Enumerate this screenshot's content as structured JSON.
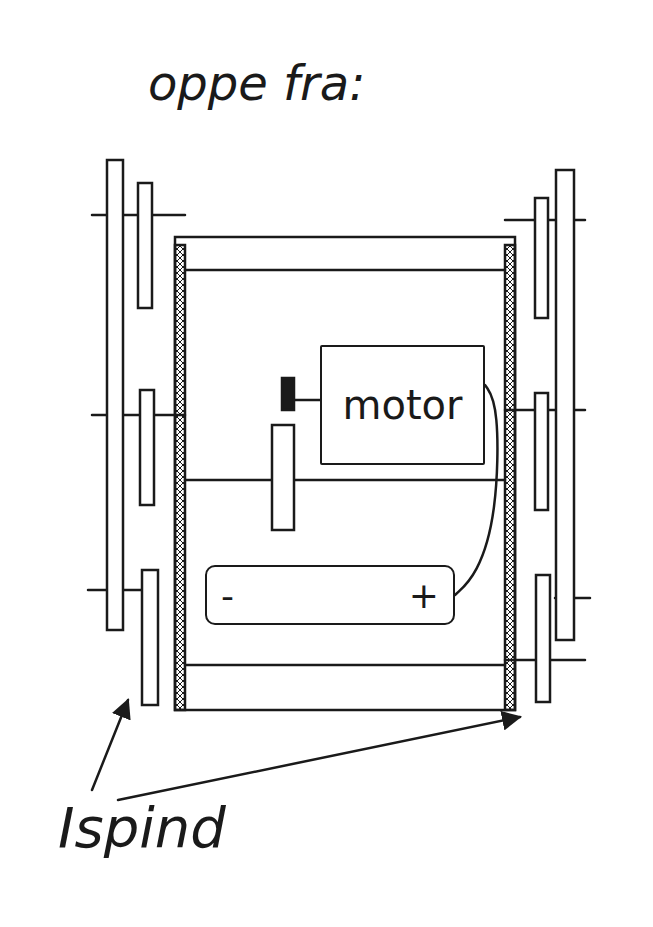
{
  "diagram": {
    "title": "oppe fra:",
    "nodes": [
      {
        "text": [
          "motor"
        ]
      },
      {
        "text": [
          "-",
          "+"
        ]
      }
    ],
    "edges": [
      {
        "from": 0,
        "to": 1,
        "arrow": "none"
      }
    ],
    "labels": [
      "Ispind"
    ]
  }
}
